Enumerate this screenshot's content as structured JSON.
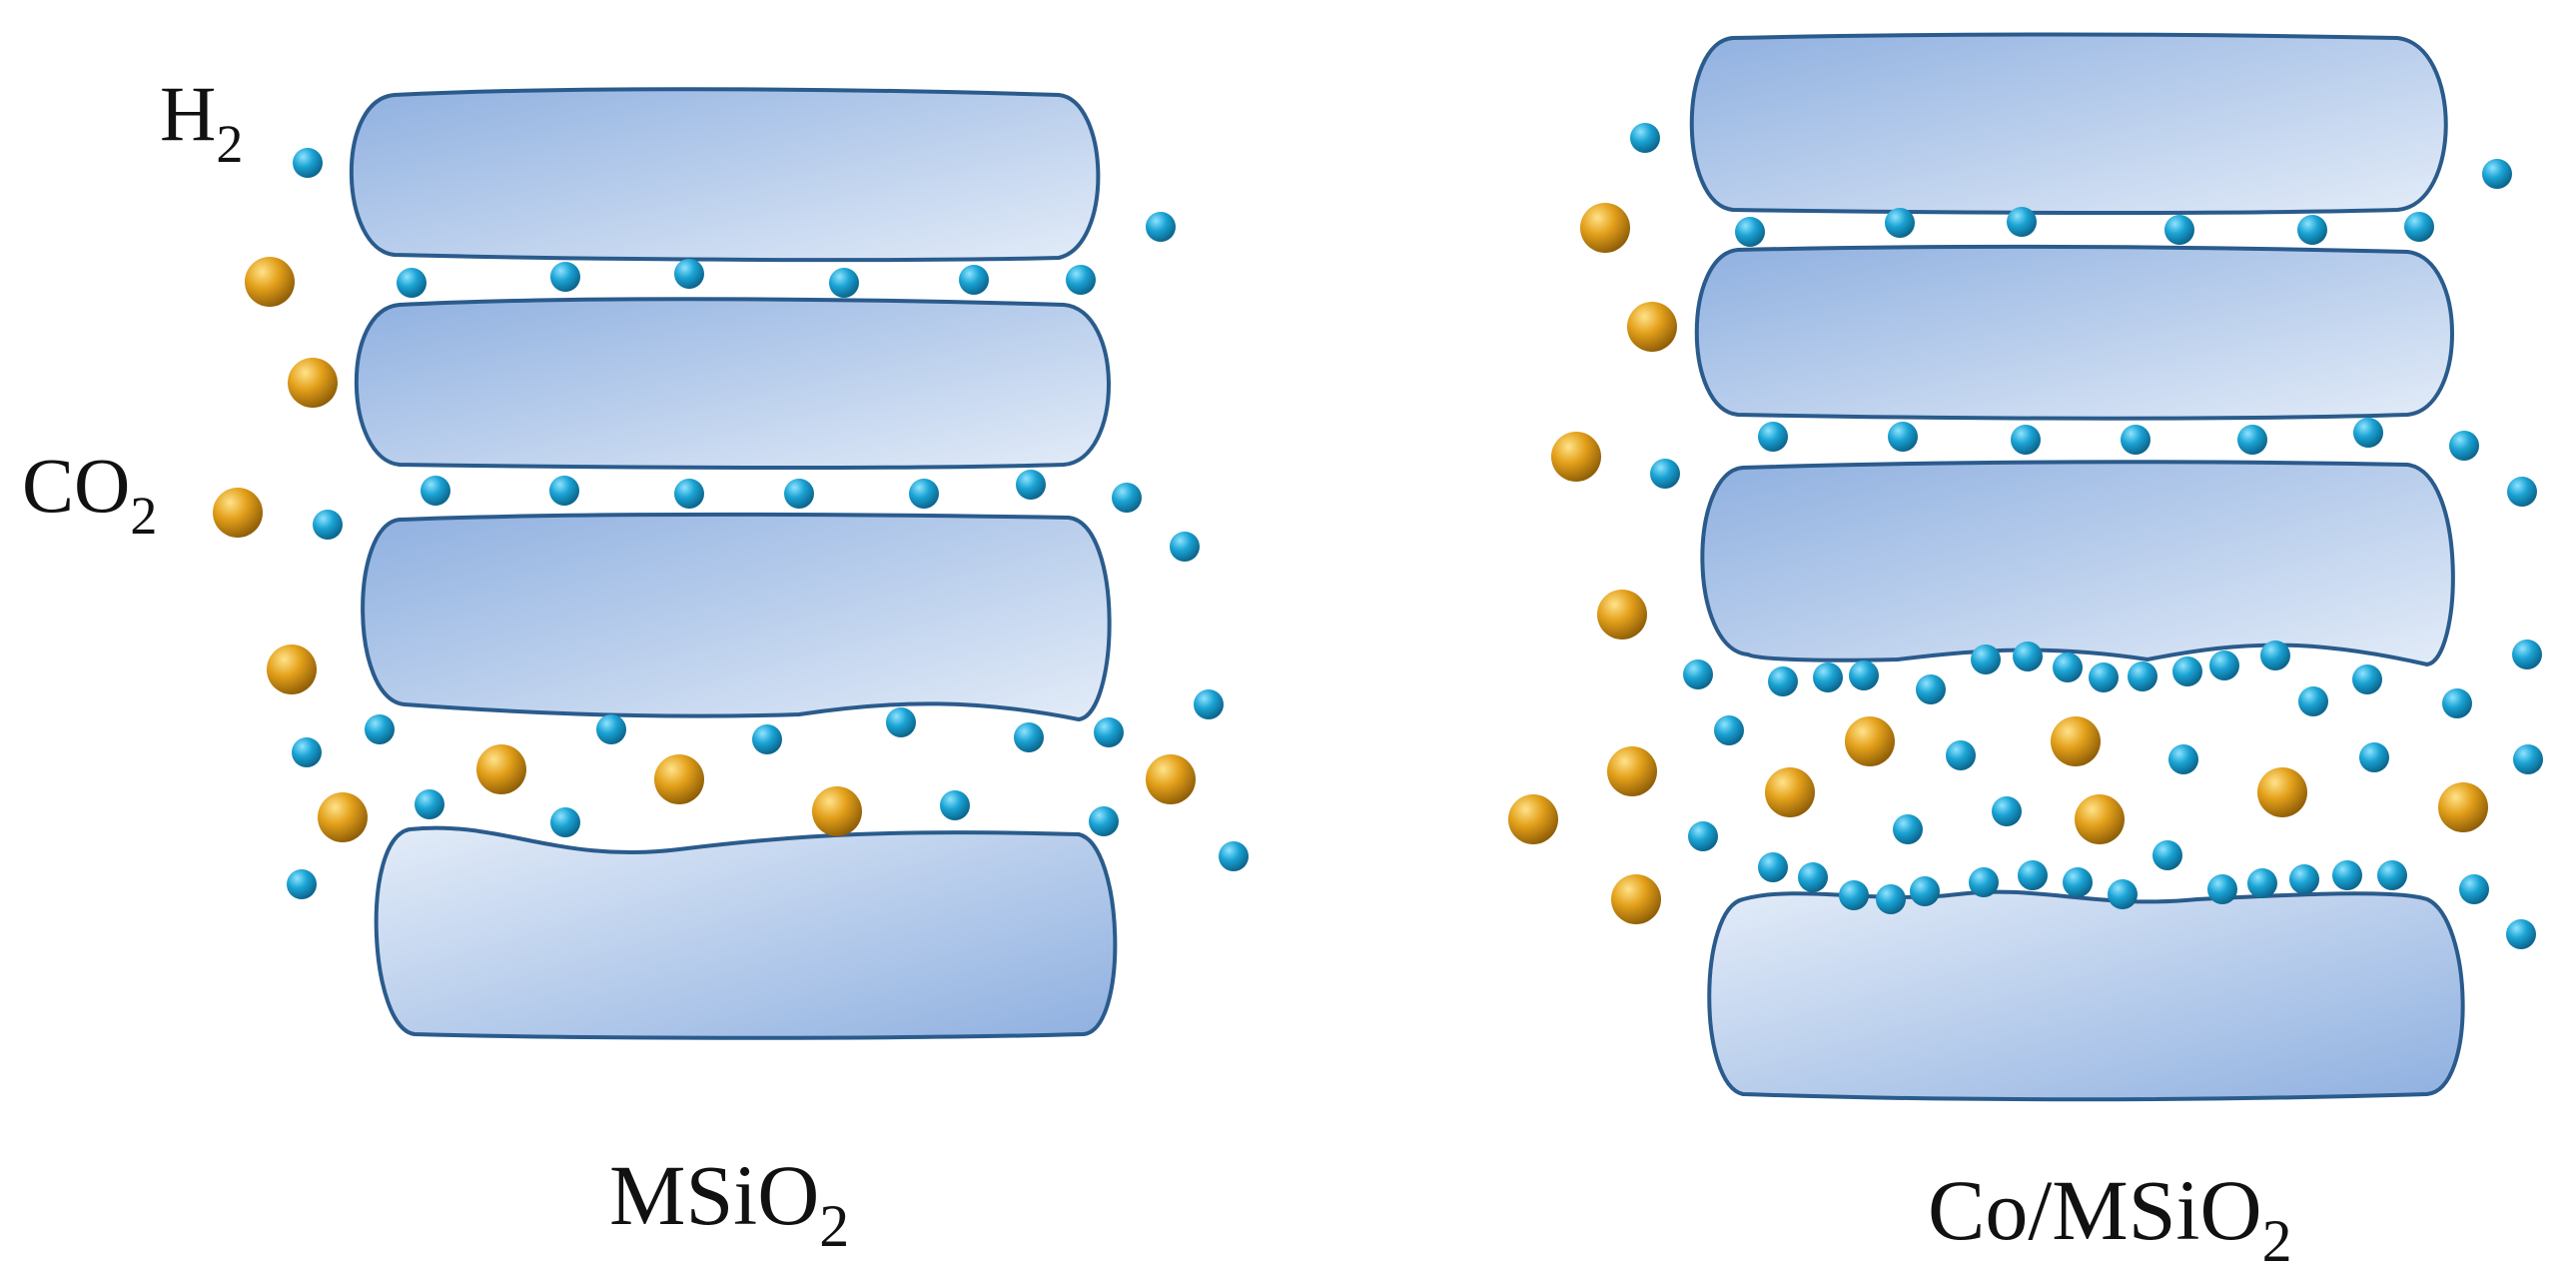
{
  "labels": {
    "h2_main": "H",
    "h2_sub": "2",
    "co2_main": "CO",
    "co2_sub": "2",
    "left_caption_main": "MSiO",
    "left_caption_sub": "2",
    "right_caption_main": "Co/MSiO",
    "right_caption_sub": "2"
  },
  "colors": {
    "layer_light": "#dfe9f7",
    "layer_dark": "#8fb0e0",
    "layer_outline": "#2a5b8c",
    "h2_particle": "#1aa3d4",
    "co2_particle": "#e3a01a"
  }
}
